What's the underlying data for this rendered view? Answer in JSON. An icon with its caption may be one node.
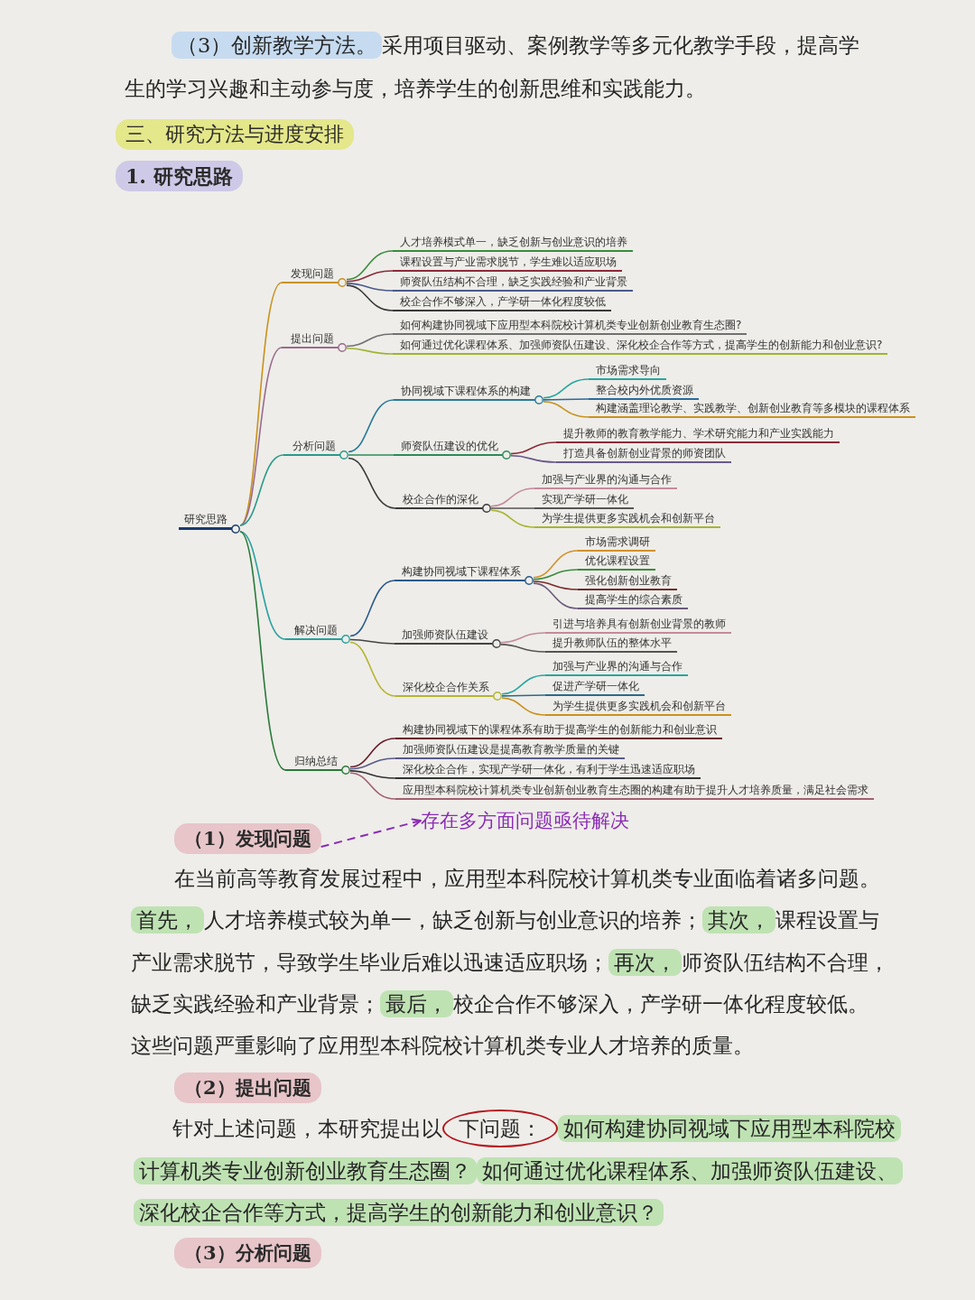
{
  "diagram": {
    "nodes": [
      {
        "text": [
          "三、研究方法与进度安排"
        ]
      },
      {
        "text": [
          "1. 研究思路"
        ]
      },
      {
        "text": [
          "研究思路"
        ]
      },
      {
        "text": [
          "发现问题"
        ]
      },
      {
        "text": [
          "人才培养模式单一，缺乏创新与创业意识的培养"
        ]
      },
      {
        "text": [
          "课程设置与产业需求脱节，学生难以适应职场"
        ]
      },
      {
        "text": [
          "师资队伍结构不合理，缺乏实践经验和产业背景"
        ]
      },
      {
        "text": [
          "校企合作不够深入，产学研一体化程度较低"
        ]
      },
      {
        "text": [
          "提出问题"
        ]
      },
      {
        "text": [
          "如何构建协同视域下应用型本科院校计算机类专业创新创业教育生态圈?"
        ]
      },
      {
        "text": [
          "如何通过优化课程体系、加强师资队伍建设、深化校企合作等方式，提高学生的创新能力和创业意识?"
        ]
      },
      {
        "text": [
          "分析问题"
        ]
      },
      {
        "text": [
          "协同视域下课程体系的构建"
        ]
      },
      {
        "text": [
          "市场需求导向"
        ]
      },
      {
        "text": [
          "整合校内外优质资源"
        ]
      },
      {
        "text": [
          "构建涵盖理论教学、实践教学、创新创业教育等多模块的课程体系"
        ]
      },
      {
        "text": [
          "师资队伍建设的优化"
        ]
      },
      {
        "text": [
          "提升教师的教育教学能力、学术研究能力和产业实践能力"
        ]
      },
      {
        "text": [
          "打造具备创新创业背景的师资团队"
        ]
      },
      {
        "text": [
          "校企合作的深化"
        ]
      },
      {
        "text": [
          "加强与产业界的沟通与合作"
        ]
      },
      {
        "text": [
          "实现产学研一体化"
        ]
      },
      {
        "text": [
          "为学生提供更多实践机会和创新平台"
        ]
      },
      {
        "text": [
          "解决问题"
        ]
      },
      {
        "text": [
          "构建协同视域下课程体系"
        ]
      },
      {
        "text": [
          "市场需求调研"
        ]
      },
      {
        "text": [
          "优化课程设置"
        ]
      },
      {
        "text": [
          "强化创新创业教育"
        ]
      },
      {
        "text": [
          "提高学生的综合素质"
        ]
      },
      {
        "text": [
          "加强师资队伍建设"
        ]
      },
      {
        "text": [
          "引进与培养具有创新创业背景的教师"
        ]
      },
      {
        "text": [
          "提升教师队伍的整体水平"
        ]
      },
      {
        "text": [
          "深化校企合作关系"
        ]
      },
      {
        "text": [
          "加强与产业界的沟通与合作"
        ]
      },
      {
        "text": [
          "促进产学研一体化"
        ]
      },
      {
        "text": [
          "为学生提供更多实践机会和创新平台"
        ]
      },
      {
        "text": [
          "归纳总结"
        ]
      },
      {
        "text": [
          "构建协同视域下的课程体系有助于提高学生的创新能力和创业意识"
        ]
      },
      {
        "text": [
          "加强师资队伍建设是提高教育教学质量的关键"
        ]
      },
      {
        "text": [
          "深化校企合作，实现产学研一体化，有利于学生迅速适应职场"
        ]
      },
      {
        "text": [
          "应用型本科院校计算机类专业创新创业教育生态圈的构建有助于提升人才培养质量，满足社会需求"
        ]
      },
      {
        "text": [
          "（1）发现问题"
        ]
      },
      {
        "text": [
          "存在多方面问题亟待解决"
        ]
      },
      {
        "text": [
          "（2）提出问题"
        ]
      },
      {
        "text": [
          "（3）分析问题"
        ]
      }
    ],
    "edges": [
      {
        "from": 2,
        "to": 3,
        "arrow": "none",
        "color": "#c8921e"
      },
      {
        "from": 3,
        "to": 4,
        "arrow": "none",
        "color": "#3a8c3e"
      },
      {
        "from": 3,
        "to": 5,
        "arrow": "none",
        "color": "#8c2a3a"
      },
      {
        "from": 3,
        "to": 6,
        "arrow": "none",
        "color": "#4a5a8c"
      },
      {
        "from": 3,
        "to": 7,
        "arrow": "none",
        "color": "#3a3a3a"
      },
      {
        "from": 2,
        "to": 8,
        "arrow": "none",
        "color": "#9a6a8c"
      },
      {
        "from": 8,
        "to": 9,
        "arrow": "none",
        "color": "#707070"
      },
      {
        "from": 8,
        "to": 10,
        "arrow": "none",
        "color": "#a0b432"
      },
      {
        "from": 2,
        "to": 11,
        "arrow": "none",
        "color": "#2a9a8a"
      },
      {
        "from": 11,
        "to": 12,
        "arrow": "none",
        "color": "#2a7a9a"
      },
      {
        "from": 12,
        "to": 13,
        "arrow": "none",
        "color": "#2aa6a0"
      },
      {
        "from": 12,
        "to": 14,
        "arrow": "none",
        "color": "#2a6a9a"
      },
      {
        "from": 12,
        "to": 15,
        "arrow": "none",
        "color": "#c8921e"
      },
      {
        "from": 11,
        "to": 16,
        "arrow": "none",
        "color": "#2a8c5a"
      },
      {
        "from": 16,
        "to": 17,
        "arrow": "none",
        "color": "#8c2a3a"
      },
      {
        "from": 16,
        "to": 18,
        "arrow": "none",
        "color": "#6a5a8c"
      },
      {
        "from": 11,
        "to": 19,
        "arrow": "none",
        "color": "#3a3a3a"
      },
      {
        "from": 19,
        "to": 20,
        "arrow": "none",
        "color": "#c48a9c"
      },
      {
        "from": 19,
        "to": 21,
        "arrow": "none",
        "color": "#555555"
      },
      {
        "from": 19,
        "to": 22,
        "arrow": "none",
        "color": "#a8b432"
      },
      {
        "from": 2,
        "to": 23,
        "arrow": "none",
        "color": "#2aa0a0"
      },
      {
        "from": 23,
        "to": 24,
        "arrow": "none",
        "color": "#2a5a8c"
      },
      {
        "from": 24,
        "to": 25,
        "arrow": "none",
        "color": "#d0922a"
      },
      {
        "from": 24,
        "to": 26,
        "arrow": "none",
        "color": "#3a8c3e"
      },
      {
        "from": 24,
        "to": 27,
        "arrow": "none",
        "color": "#7a2a2a"
      },
      {
        "from": 24,
        "to": 28,
        "arrow": "none",
        "color": "#6a5a7a"
      },
      {
        "from": 23,
        "to": 29,
        "arrow": "none",
        "color": "#444444"
      },
      {
        "from": 29,
        "to": 30,
        "arrow": "none",
        "color": "#c48a9c"
      },
      {
        "from": 29,
        "to": 31,
        "arrow": "none",
        "color": "#555555"
      },
      {
        "from": 23,
        "to": 32,
        "arrow": "none",
        "color": "#b4b432"
      },
      {
        "from": 32,
        "to": 33,
        "arrow": "none",
        "color": "#2aa6a0"
      },
      {
        "from": 32,
        "to": 34,
        "arrow": "none",
        "color": "#2a6a8c"
      },
      {
        "from": 32,
        "to": 35,
        "arrow": "none",
        "color": "#c8921e"
      },
      {
        "from": 2,
        "to": 36,
        "arrow": "none",
        "color": "#2a7a3a"
      },
      {
        "from": 36,
        "to": 37,
        "arrow": "none",
        "color": "#6a1a2a"
      },
      {
        "from": 36,
        "to": 38,
        "arrow": "none",
        "color": "#5a5a8c"
      },
      {
        "from": 36,
        "to": 39,
        "arrow": "none",
        "color": "#333333"
      },
      {
        "from": 36,
        "to": 40,
        "arrow": "none",
        "color": "#a06070"
      },
      {
        "from": 41,
        "to": 42,
        "arrow": "to",
        "style": "dashed",
        "color": "#8b2bb5"
      }
    ],
    "labels": [
      "（3）创新教学方法。采用项目驱动、案例教学等多元化教学手段，提高学生的学习兴趣和主动参与度，培养学生的创新思维和实践能力。",
      "在当前高等教育发展过程中，应用型本科院校计算机类专业面临着诸多问题。首先，人才培养模式较为单一，缺乏创新与创业意识的培养；其次，课程设置与产业需求脱节，导致学生毕业后难以迅速适应职场；再次，师资队伍结构不合理，缺乏实践经验和产业背景；最后，校企合作不够深入，产学研一体化程度较低。这些问题严重影响了应用型本科院校计算机类专业人才培养的质量。",
      "针对上述问题，本研究提出以下问题：如何构建协同视域下应用型本科院校计算机类专业创新创业教育生态圈？如何通过优化课程体系、加强师资队伍建设、深化校企合作等方式，提高学生的创新能力和创业意识？"
    ]
  }
}
